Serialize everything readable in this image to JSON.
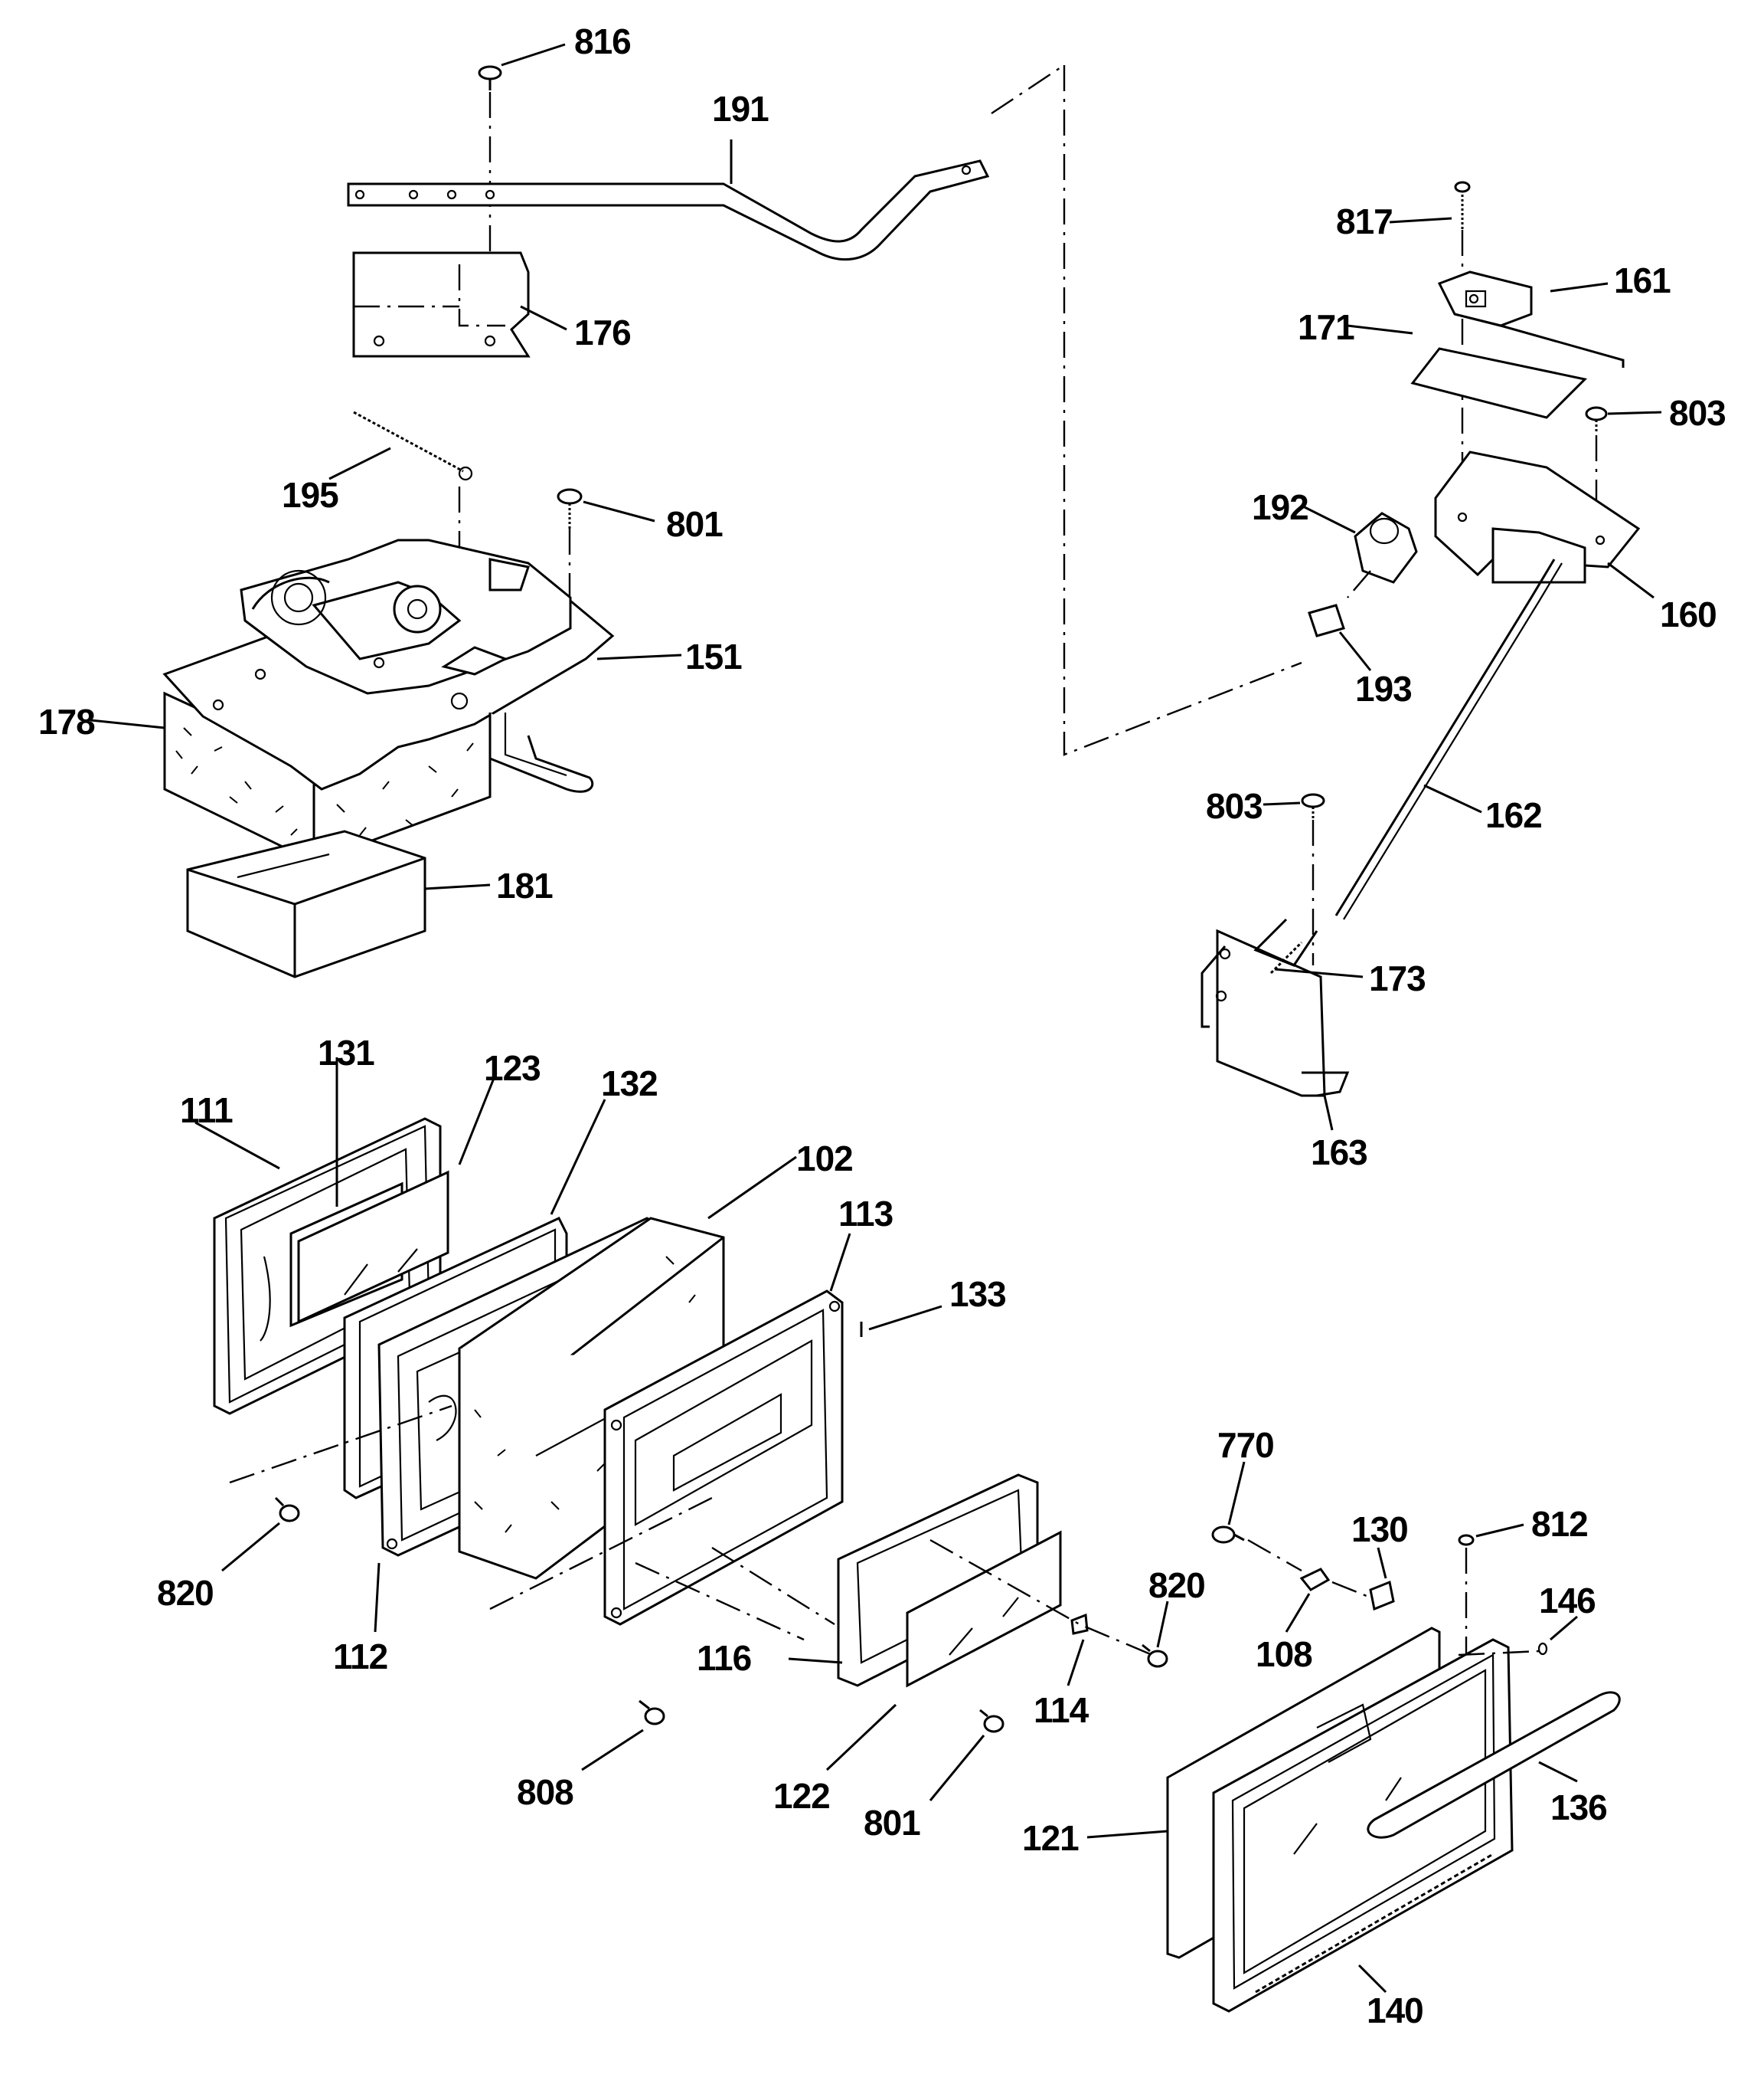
{
  "labels": {
    "p816": "816",
    "p191": "191",
    "p176": "176",
    "p195": "195",
    "p801a": "801",
    "p151": "151",
    "p178": "178",
    "p181": "181",
    "p817": "817",
    "p161": "161",
    "p171": "171",
    "p803a": "803",
    "p192": "192",
    "p160": "160",
    "p193": "193",
    "p803b": "803",
    "p162": "162",
    "p173": "173",
    "p163": "163",
    "p131": "131",
    "p123": "123",
    "p132": "132",
    "p111": "111",
    "p102": "102",
    "p113": "113",
    "p133": "133",
    "p820a": "820",
    "p112": "112",
    "p770": "770",
    "p130": "130",
    "p812": "812",
    "p820b": "820",
    "p108": "108",
    "p146": "146",
    "p116": "116",
    "p114": "114",
    "p122": "122",
    "p808": "808",
    "p801b": "801",
    "p121": "121",
    "p136": "136",
    "p140": "140"
  },
  "colors": {
    "ink": "#000000",
    "paper": "#ffffff"
  }
}
